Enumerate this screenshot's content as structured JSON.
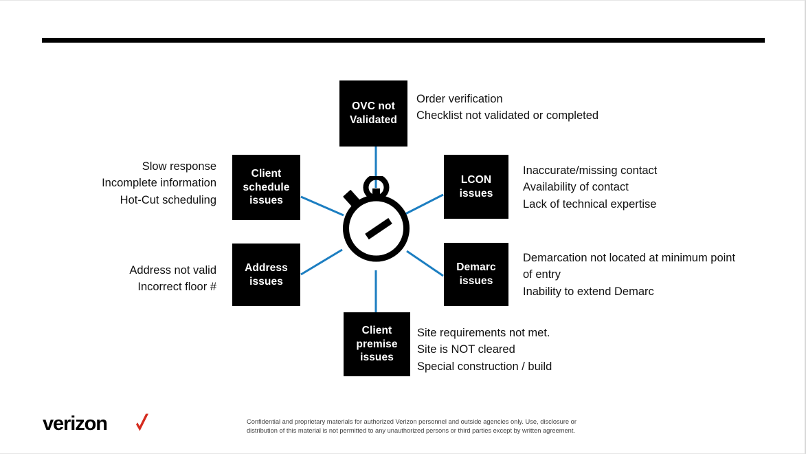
{
  "slide": {
    "background_color": "#ffffff",
    "rule_color": "#000000",
    "connector_color": "#1c7ec1",
    "node_fill": "#000000",
    "node_text_color": "#ffffff",
    "body_text_color": "#111111"
  },
  "center": {
    "icon": "stopwatch-icon"
  },
  "nodes": [
    {
      "id": "ovc",
      "label": "OVC not\nValidated",
      "details": "Order verification\nChecklist not validated or completed",
      "side": "right"
    },
    {
      "id": "lcon",
      "label": "LCON\nissues",
      "details": "Inaccurate/missing contact\nAvailability of contact\nLack of technical expertise",
      "side": "right"
    },
    {
      "id": "demarc",
      "label": "Demarc\nissues",
      "details": "Demarcation not located at minimum point of entry\nInability to extend Demarc",
      "side": "right"
    },
    {
      "id": "premise",
      "label": "Client\npremise\nissues",
      "details": "Site requirements not met.\nSite is NOT cleared\nSpecial construction / build",
      "side": "right"
    },
    {
      "id": "address",
      "label": "Address\nissues",
      "details": "Address not valid\nIncorrect floor #",
      "side": "left"
    },
    {
      "id": "schedule",
      "label": "Client\nschedule\nissues",
      "details": "Slow response\nIncomplete information\nHot-Cut scheduling",
      "side": "left"
    }
  ],
  "footer": {
    "logo_text": "verizon",
    "logo_mark": "checkmark-icon",
    "logo_mark_color": "#d52b1e",
    "disclaimer": "Confidential and proprietary materials for authorized Verizon personnel and outside agencies only. Use, disclosure or distribution of this material is not permitted to any unauthorized persons or third parties except by written agreement."
  }
}
